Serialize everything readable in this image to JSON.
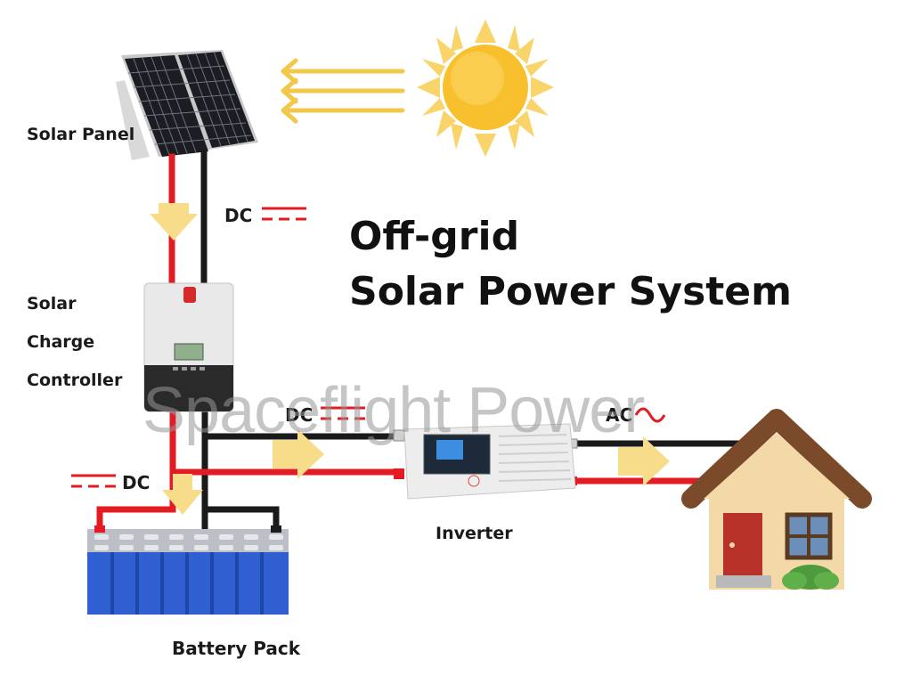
{
  "title": {
    "line1": "Off-grid",
    "line2": "Solar Power System"
  },
  "labels": {
    "solar_panel": "Solar Panel",
    "controller_line1": "Solar",
    "controller_line2": "Charge",
    "controller_line3": "Controller",
    "inverter": "Inverter",
    "battery_pack": "Battery Pack"
  },
  "current_tags": {
    "dc_panel": "DC",
    "dc_inverter": "DC",
    "dc_battery": "DC",
    "ac_house": "AC"
  },
  "watermark": "Spaceflight Power",
  "colors": {
    "positive_wire": "#e31b23",
    "negative_wire": "#1a1a1a",
    "flow_arrow": "#f7dc8a",
    "sun": "#f9c02e",
    "sun_rays": "#f2c84b",
    "battery": "#2f5fd0",
    "house_roof": "#7a4a2a",
    "house_wall": "#f3d9a8",
    "door": "#b8322a"
  }
}
